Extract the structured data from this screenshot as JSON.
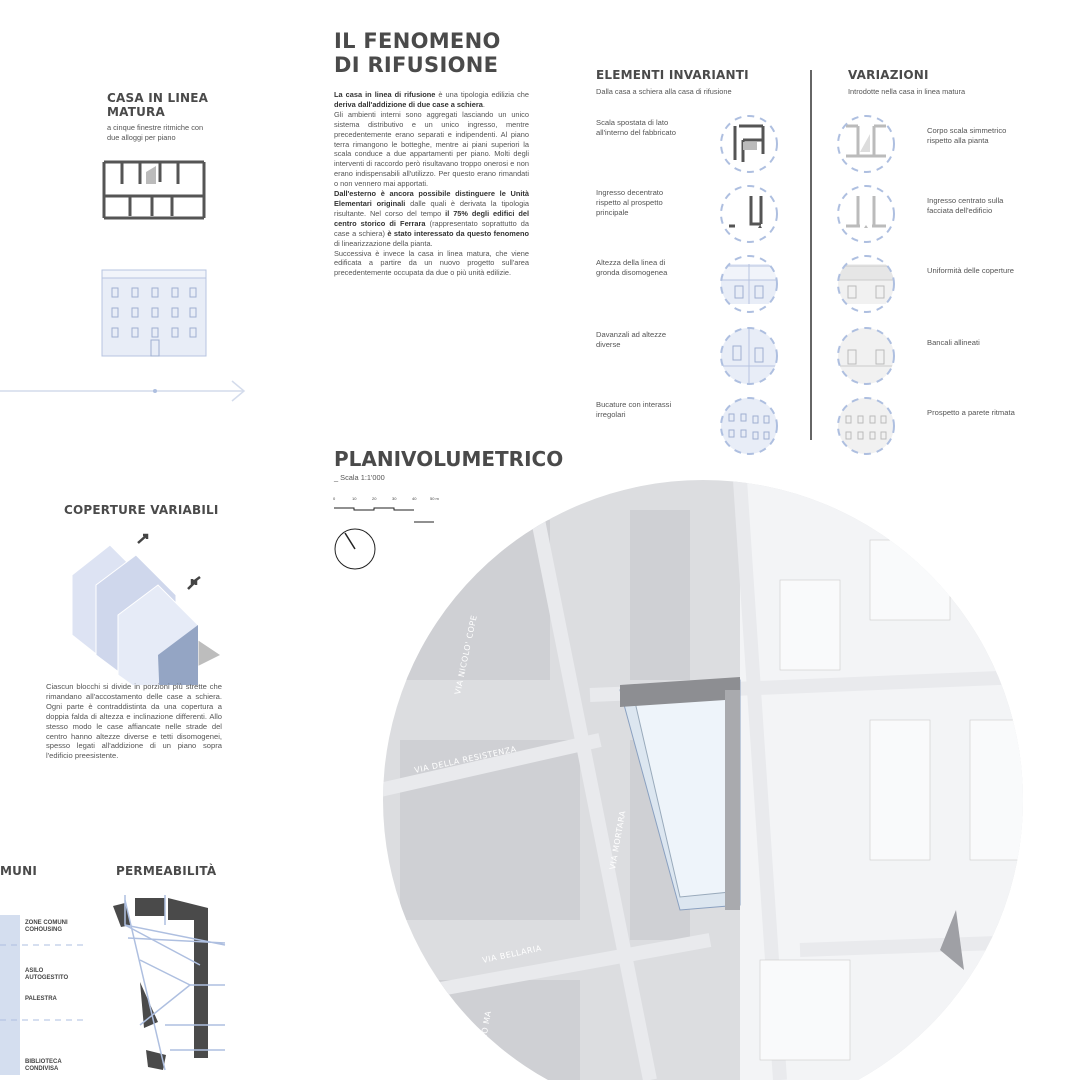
{
  "casa_matura": {
    "title": "CASA IN LINEA MATURA",
    "subtitle": "a cinque finestre ritmiche con due alloggi per piano"
  },
  "fenomeno": {
    "title": "IL FENOMENO DI RIFUSIONE",
    "p1_b1": "La casa in linea di rifusione",
    "p1_t1": " è una tipologia edilizia che ",
    "p1_b2": "deriva dall'addizione di due case a schiera",
    "p1_t2": ".",
    "p2": "Gli ambienti interni sono aggregati lasciando un unico sistema distributivo e un unico ingresso, mentre precedentemente erano separati e indipendenti. Al piano terra rimangono le botteghe, mentre ai piani superiori la scala conduce a due appartamenti per piano.  Molti degli interventi di raccordo però risultavano troppo onerosi e non erano indispensabili all'utilizzo. Per questo erano rimandati o non vennero mai apportati.",
    "p3_b1": "Dall'esterno è ancora possibile distinguere le Unità Elementari originali",
    "p3_t1": " dalle quali è derivata la tipologia risultante. Nel corso del tempo ",
    "p3_b2": "il 75% degli edifici del centro storico di Ferrara",
    "p3_t2": " (rappresentato soprattutto da case a schiera) ",
    "p3_b3": "è stato interessato da questo fenomeno",
    "p3_t3": " di linearizzazione della pianta.",
    "p4": "Successiva è invece la casa in linea matura, che viene edificata a partire da un nuovo progetto sull'area precedentemente occupata da due o più unità edilizie."
  },
  "invarianti": {
    "title": "ELEMENTI INVARIANTI",
    "subtitle": "Dalla casa a schiera alla casa di rifusione",
    "items": [
      "Scala spostata di lato all'interno del fabbricato",
      "Ingresso decentrato rispetto al prospetto principale",
      "Altezza della linea di gronda disomogenea",
      "Davanzali ad altezze diverse",
      "Bucature con interassi irregolari"
    ]
  },
  "variazioni": {
    "title": "VARIAZIONI",
    "subtitle": "Introdotte nella casa in linea matura",
    "items": [
      "Corpo scala simmetrico rispetto alla  pianta",
      "Ingresso centrato sulla facciata dell'edificio",
      "Uniformità delle coperture",
      "Bancali allineati",
      "Prospetto a parete ritmata"
    ]
  },
  "coperture": {
    "title": "COPERTURE VARIABILI",
    "text": "Ciascun blocchi si divide in porzioni più strette che rimandano all'accostamento delle case a schiera. Ogni parte è contraddistinta da una copertura a doppia falda di altezza e inclinazione differenti. Allo stesso modo le case affiancate nelle strade del centro hanno altezze diverse e tetti disomogenei, spesso legati all'addizione di un piano sopra l'edificio preesistente."
  },
  "planivolumetrico": {
    "title": "PLANIVOLUMETRICO",
    "scale": "_ Scala 1:1'000",
    "ticks": [
      "0",
      "10",
      "20",
      "30",
      "40",
      "50 m"
    ],
    "streets": [
      "VIA NICOLO' COPE",
      "VIA DELLA RESISTENZA",
      "VIA MORTARA",
      "VIA BELLARIA",
      "ZO MA"
    ]
  },
  "comuni": {
    "title": "MUNI",
    "labels": [
      "ZONE COMUNI COHOUSING",
      "ASILO AUTOGESTITO",
      "PALESTRA",
      "BIBLIOTECA CONDIVISA"
    ]
  },
  "permeabilita": {
    "title": "PERMEABILITÀ"
  },
  "colors": {
    "accent": "#aebfe0",
    "dark": "#4a4a4a"
  }
}
